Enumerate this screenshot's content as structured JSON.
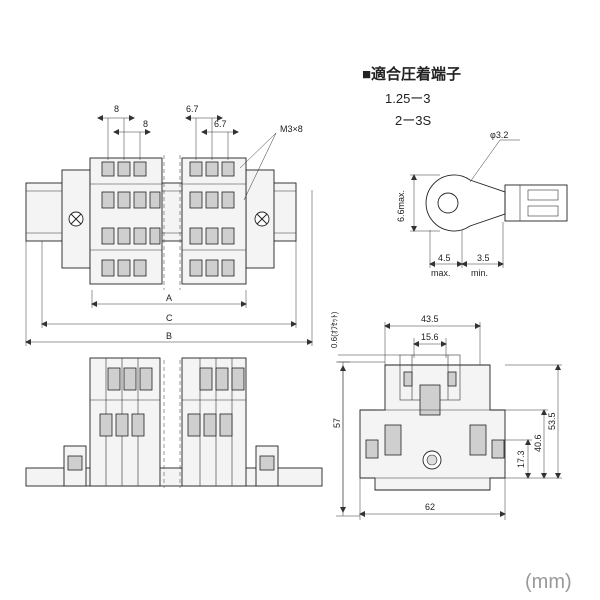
{
  "terminal_spec": {
    "title": "■適合圧着端子",
    "items": [
      "1.25ー3",
      "2ー3S"
    ]
  },
  "top_view": {
    "pitch_a": "8",
    "pitch_b": "8",
    "pitch_c": "6.7",
    "pitch_d": "6.7",
    "screw": "M3×8",
    "dim_a": "A",
    "dim_c": "C",
    "dim_b": "B"
  },
  "ring_terminal": {
    "hole": "φ3.2",
    "width": "6.6max.",
    "dim_left_value": "4.5",
    "dim_left_note": "max.",
    "dim_right_value": "3.5",
    "dim_right_note": "min."
  },
  "end_view": {
    "top_width": "43.5",
    "inner_width": "15.6",
    "offset": "0.6(ｵﾌｾｯﾄ)",
    "height_total": "57",
    "height_right": "53.5",
    "height_mid": "40.6",
    "height_low": "17.3",
    "bottom_width": "62"
  },
  "units": "(mm)"
}
